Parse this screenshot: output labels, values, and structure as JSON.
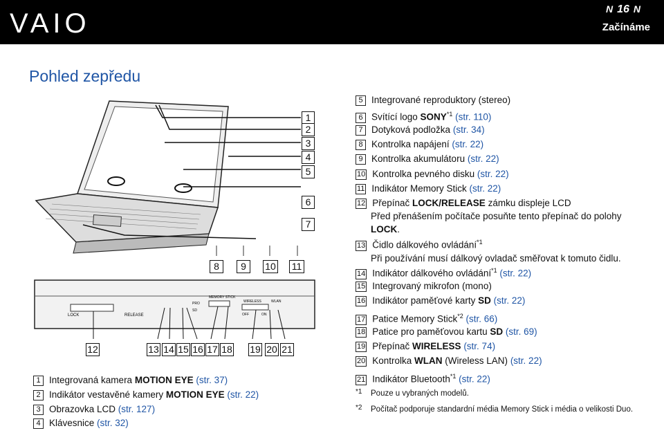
{
  "header": {
    "logo": "VAIO",
    "page_number": "16",
    "section": "Začínáme",
    "arrow_left": "N",
    "arrow_right": "N"
  },
  "title": "Pohled zepředu",
  "left_items": [
    {
      "n": "1",
      "pre": "Integrovaná kamera ",
      "bold": "MOTION EYE",
      "ref": " (str. 37)"
    },
    {
      "n": "2",
      "pre": "Indikátor vestavěné kamery ",
      "bold": "MOTION EYE",
      "ref": " (str. 22)"
    },
    {
      "n": "3",
      "pre": "Obrazovka LCD",
      "bold": "",
      "ref": " (str. 127)"
    },
    {
      "n": "4",
      "pre": "Klávesnice",
      "bold": "",
      "ref": " (str. 32)"
    }
  ],
  "right_items": [
    {
      "n": "5",
      "text": "Integrované reproduktory (stereo)"
    },
    {
      "n": "6",
      "pre": "Svítící logo ",
      "bold": "SONY",
      "sup": "*1",
      "ref": " (str. 110)"
    },
    {
      "n": "7",
      "pre": "Dotyková podložka",
      "ref": " (str. 34)"
    },
    {
      "n": "8",
      "pre": "Kontrolka napájení",
      "ref": " (str. 22)"
    },
    {
      "n": "9",
      "pre": "Kontrolka akumulátoru",
      "ref": " (str. 22)"
    },
    {
      "n": "10",
      "pre": "Kontrolka pevného disku",
      "ref": " (str. 22)"
    },
    {
      "n": "11",
      "pre": "Indikátor Memory Stick",
      "ref": " (str. 22)"
    },
    {
      "n": "12",
      "pre": "Přepínač ",
      "bold": "LOCK/RELEASE",
      "post": " zámku displeje LCD",
      "sub": "Před přenášením počítače posuňte tento přepínač do polohy ",
      "sub_bold": "LOCK",
      "sub_end": "."
    },
    {
      "n": "13",
      "pre": "Čidlo dálkového ovládání",
      "sup": "*1",
      "sub": "Při používání musí dálkový ovladač směřovat k tomuto čidlu."
    },
    {
      "n": "14",
      "pre": "Indikátor dálkového ovládání",
      "sup": "*1",
      "ref": " (str. 22)"
    },
    {
      "n": "15",
      "text": "Integrovaný mikrofon (mono)"
    },
    {
      "n": "16",
      "pre": "Indikátor paměťové karty ",
      "bold": "SD",
      "ref": " (str. 22)"
    },
    {
      "n": "17",
      "pre": "Patice Memory Stick",
      "sup": "*2",
      "ref": " (str. 66)"
    },
    {
      "n": "18",
      "pre": "Patice pro paměťovou kartu ",
      "bold": "SD",
      "ref": " (str. 69)"
    },
    {
      "n": "19",
      "pre": "Přepínač ",
      "bold": "WIRELESS",
      "ref": " (str. 74)"
    },
    {
      "n": "20",
      "pre": "Kontrolka ",
      "bold": "WLAN",
      "post": " (Wireless LAN)",
      "ref": " (str. 22)"
    },
    {
      "n": "21",
      "pre": "Indikátor Bluetooth",
      "sup": "*1",
      "ref": " (str. 22)"
    }
  ],
  "footnotes": [
    {
      "mark": "*1",
      "text": "Pouze u vybraných modelů."
    },
    {
      "mark": "*2",
      "text": "Počítač podporuje standardní média Memory Stick i média o velikosti Duo."
    }
  ],
  "figure": {
    "callouts_top": [
      "1",
      "2",
      "3",
      "4",
      "5",
      "6",
      "7"
    ],
    "callouts_mid": [
      "8",
      "9",
      "10",
      "11"
    ],
    "callouts_bottom": [
      "12",
      "13",
      "14",
      "15",
      "16",
      "17",
      "18",
      "19",
      "20",
      "21"
    ],
    "front_labels": {
      "lock": "LOCK",
      "release": "RELEASE",
      "memory_stick": "MEMORY STICK",
      "pro": "PRO",
      "sd": "SD",
      "wireless": "WIRELESS",
      "off": "OFF",
      "on": "ON",
      "wlan": "WLAN"
    }
  },
  "colors": {
    "header_bg": "#000000",
    "title": "#1f55a5",
    "link": "#1f55a5"
  }
}
